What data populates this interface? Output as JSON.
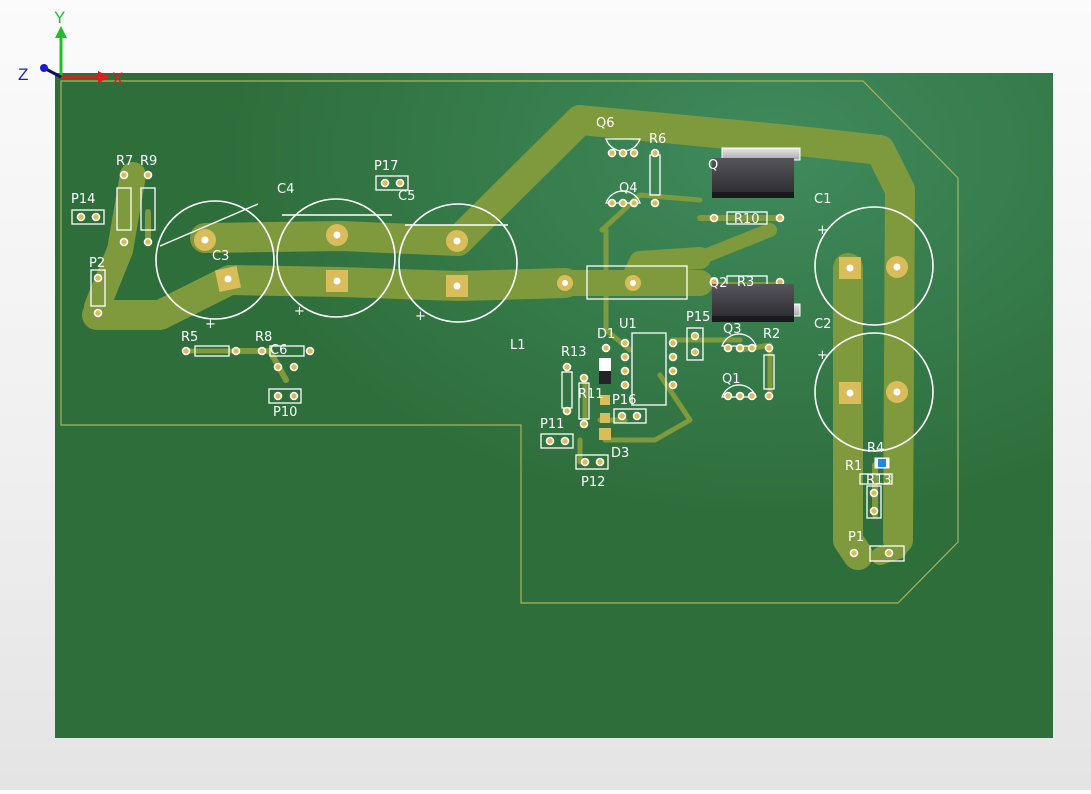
{
  "axes": {
    "x": "X",
    "y": "Y",
    "z": "Z"
  },
  "colors": {
    "board": "#2e6e3b",
    "copper": "#7f9a3d",
    "pad": "#d8bd5a",
    "silk": "#ffffff",
    "x_axis": "#e21c1c",
    "y_axis": "#1fbf2a",
    "z_axis": "#1b1bd0"
  },
  "designators": {
    "P14": "P14",
    "R7": "R7",
    "R9": "R9",
    "P2": "P2",
    "C3": "C3",
    "C4": "C4",
    "C5": "C5",
    "P17": "P17",
    "R5": "R5",
    "R8": "R8",
    "C6": "C6",
    "P10": "P10",
    "L1": "L1",
    "Q6": "Q6",
    "R6": "R6",
    "Q4": "Q4",
    "Q5": "Q",
    "R10": "R10",
    "Q2": "Q2",
    "R3": "R3",
    "C1": "C1",
    "C2": "C2",
    "D1": "D1",
    "U1": "U1",
    "R13": "R13",
    "P15": "P15",
    "Q3": "Q3",
    "R2": "R2",
    "Q1": "Q1",
    "R11": "R11",
    "P16": "P16",
    "P11": "P11",
    "D3": "D3",
    "P12": "P12",
    "R4": "R4",
    "R1": "R1",
    "R12": "R13",
    "P1": "P1"
  },
  "polarity": {
    "plus": "+"
  }
}
